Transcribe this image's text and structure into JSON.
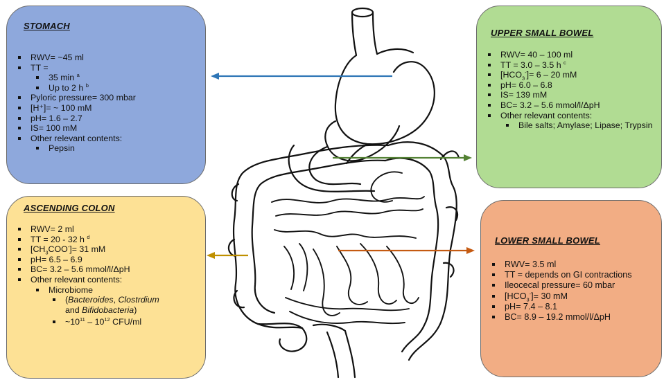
{
  "stomach": {
    "title": "STOMACH",
    "items": [
      {
        "text": "RWV= ~45 ml"
      },
      {
        "text": "TT ="
      },
      {
        "text": "35 min ",
        "sup": "a"
      },
      {
        "text": "Up to 2 h ",
        "sup": "b"
      },
      {
        "text": "Pyloric pressure= 300 mbar"
      },
      {
        "text": "[H⁺]= ~ 100 mM"
      },
      {
        "text": "pH= 1.6 – 2.7"
      },
      {
        "text": "IS= 100 mM"
      },
      {
        "text": "Other relevant contents:"
      },
      {
        "text": "Pepsin"
      }
    ]
  },
  "upper_small_bowel": {
    "title": "UPPER SMALL BOWEL",
    "items": [
      {
        "text": "RWV= 40 – 100 ml"
      },
      {
        "text": "TT = 3.0 – 3.5 h ",
        "sup": "c"
      },
      {
        "pre": "[HCO",
        "sub": "3",
        "sup": "-",
        "post": "]= 6 – 20 mM"
      },
      {
        "text": "pH= 6.0 – 6.8"
      },
      {
        "text": "IS= 139 mM"
      },
      {
        "text": "BC= 3.2 – 5.6 mmol/l/ΔpH"
      },
      {
        "text": "Other relevant contents:"
      },
      {
        "text": "Bile salts; Amylase; Lipase; Trypsin"
      }
    ]
  },
  "ascending_colon": {
    "title": "ASCENDING COLON",
    "items": [
      {
        "text": "RWV= 2 ml"
      },
      {
        "text": "TT = 20 - 32 h ",
        "sup": "d"
      },
      {
        "pre": "[CH",
        "sub1": "3",
        "mid": "COO",
        "sup": "-",
        "post": "]= 31 mM"
      },
      {
        "text": "pH= 6.5 – 6.9"
      },
      {
        "text": "BC= 3.2 – 5.6 mmol/l/ΔpH"
      },
      {
        "text": "Other relevant contents:"
      },
      {
        "text": "Microbiome"
      },
      {
        "p1": "(",
        "i1": "Bacteroides",
        "p2": ", ",
        "i2": "Clostrdium",
        "p3": " and ",
        "i3": "Bifidobacteria",
        "p4": ")"
      },
      {
        "a": "~10",
        "e1": "11",
        "b": " – 10",
        "e2": "12",
        "c": " CFU/ml"
      }
    ]
  },
  "lower_small_bowel": {
    "title": "LOWER SMALL BOWEL",
    "items": [
      {
        "text": "RWV= 3.5 ml"
      },
      {
        "text": "TT = depends on GI contractions"
      },
      {
        "text": "Ileocecal pressure= 60 mbar"
      },
      {
        "pre": "[HCO",
        "sub": "3",
        "sup": "-",
        "post": "]= 30 mM"
      },
      {
        "text": "pH= 7.4 – 8.1"
      },
      {
        "text": "BC= 8.9 – 19.2 mmol/l/ΔpH"
      }
    ]
  },
  "arrows": {
    "stomach": "#2e75b6",
    "upper_small_bowel": "#548235",
    "ascending_colon": "#bf9000",
    "lower_small_bowel": "#c55a11"
  }
}
